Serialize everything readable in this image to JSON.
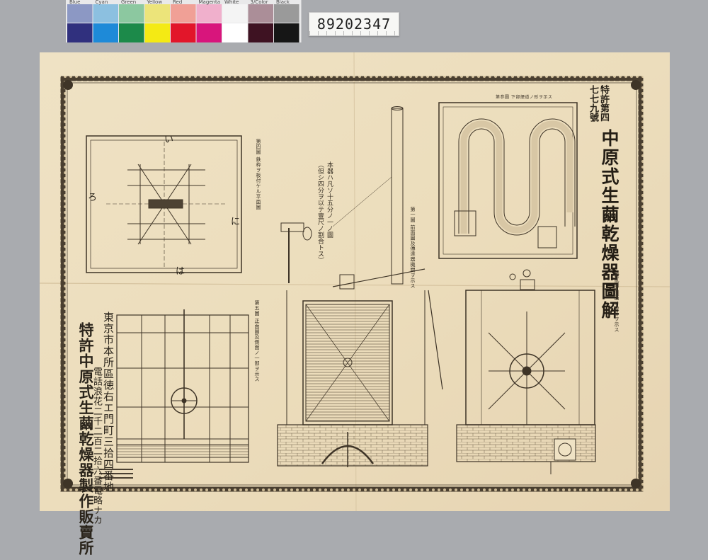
{
  "color_bar": {
    "labels": [
      "Blue",
      "Cyan",
      "Green",
      "Yellow",
      "Red",
      "Magenta",
      "White",
      "3/Color",
      "Black"
    ],
    "top_colors": [
      "#8c98c4",
      "#8cc0e0",
      "#8cc8a0",
      "#ece47a",
      "#f0a096",
      "#f0b0cc",
      "#f4f4f4",
      "#ab8e98",
      "#9a9a9a"
    ],
    "bottom_colors": [
      "#30307e",
      "#1e8ad8",
      "#1c8a4a",
      "#f4ea14",
      "#e2162a",
      "#d8157c",
      "#ffffff",
      "#3e1222",
      "#161616"
    ]
  },
  "catalog_number": "89202347",
  "document": {
    "patent_number_a": "特許第四",
    "patent_number_b": "七七九號",
    "title": "中原式生繭乾燥器圖解",
    "scale_note_1": "本器ハ凡ソ十五分ノ一ノ圖",
    "scale_note_2": "（但シ四分ヲ以テ壹尺ノ割合トス）",
    "address": "東京市本所區徳右エ門町三拾四番地",
    "maker": "特許中原式生繭乾燥器製作販賣所",
    "phone": "電話浪花二千二百二拾六番電略ナカ",
    "fig_labels": {
      "fig4": "第四圖 鉄枠ヲ板付ケル平面圖",
      "fig1": "第一圖 前面圖及傳達器機關ヲ示ス",
      "fig5": "第五圖 正面圖及側面ノ一部ヲ示ス",
      "fig2": "第貳圖 側面ノ設計ヲ示ス",
      "fig3": "第参圖 下部煙道ノ形ヲ示ス"
    },
    "marks": [
      "ろ",
      "に",
      "は",
      "い"
    ]
  }
}
